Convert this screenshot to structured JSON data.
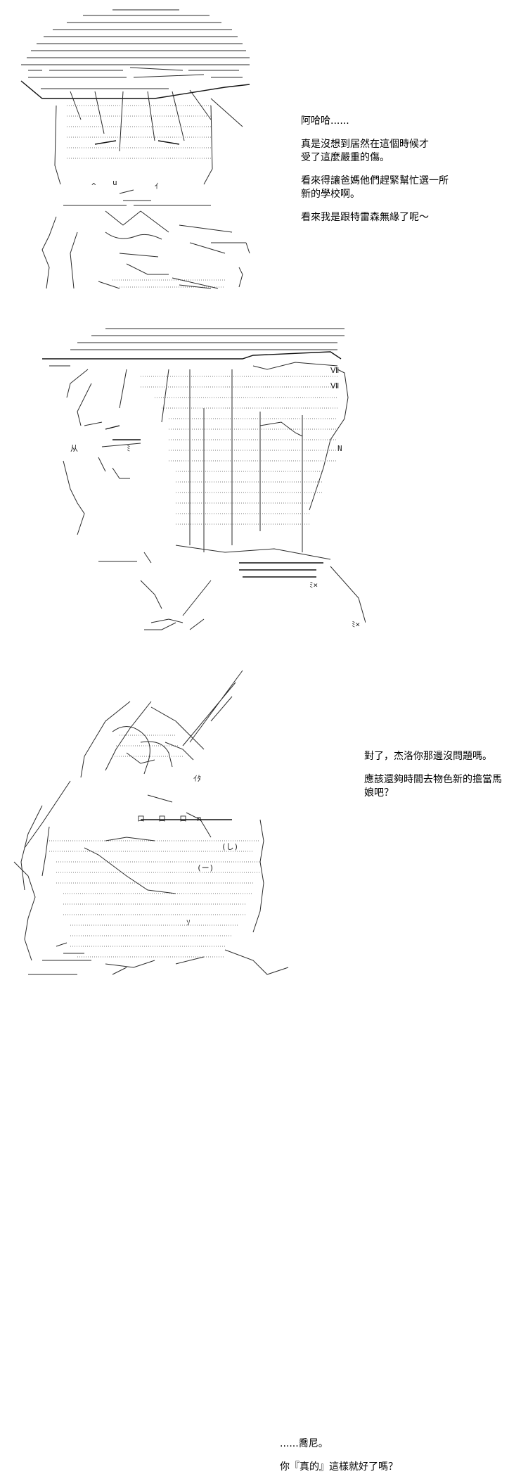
{
  "panels": [
    {
      "art": "character-with-cap-ascii-art",
      "lines": [
        "阿哈哈......",
        "真是沒想到居然在這個時候才\n受了這麼嚴重的傷。",
        "看來得讓爸媽他們趕緊幫忙選一所\n新的學校啊。",
        "看來我是跟特雷森無緣了呢〜"
      ]
    },
    {
      "art": "character-with-cap-closeup-ascii-art",
      "lines": [
        "對了，杰洛你那邊沒問題嗎。",
        "應該還夠時間去物色新的擔當馬\n娘吧？"
      ]
    },
    {
      "art": "horse-girl-with-ears-ascii-art",
      "lines": [
        "......喬尼。",
        "你『真的』這樣就好了嗎？"
      ]
    }
  ]
}
